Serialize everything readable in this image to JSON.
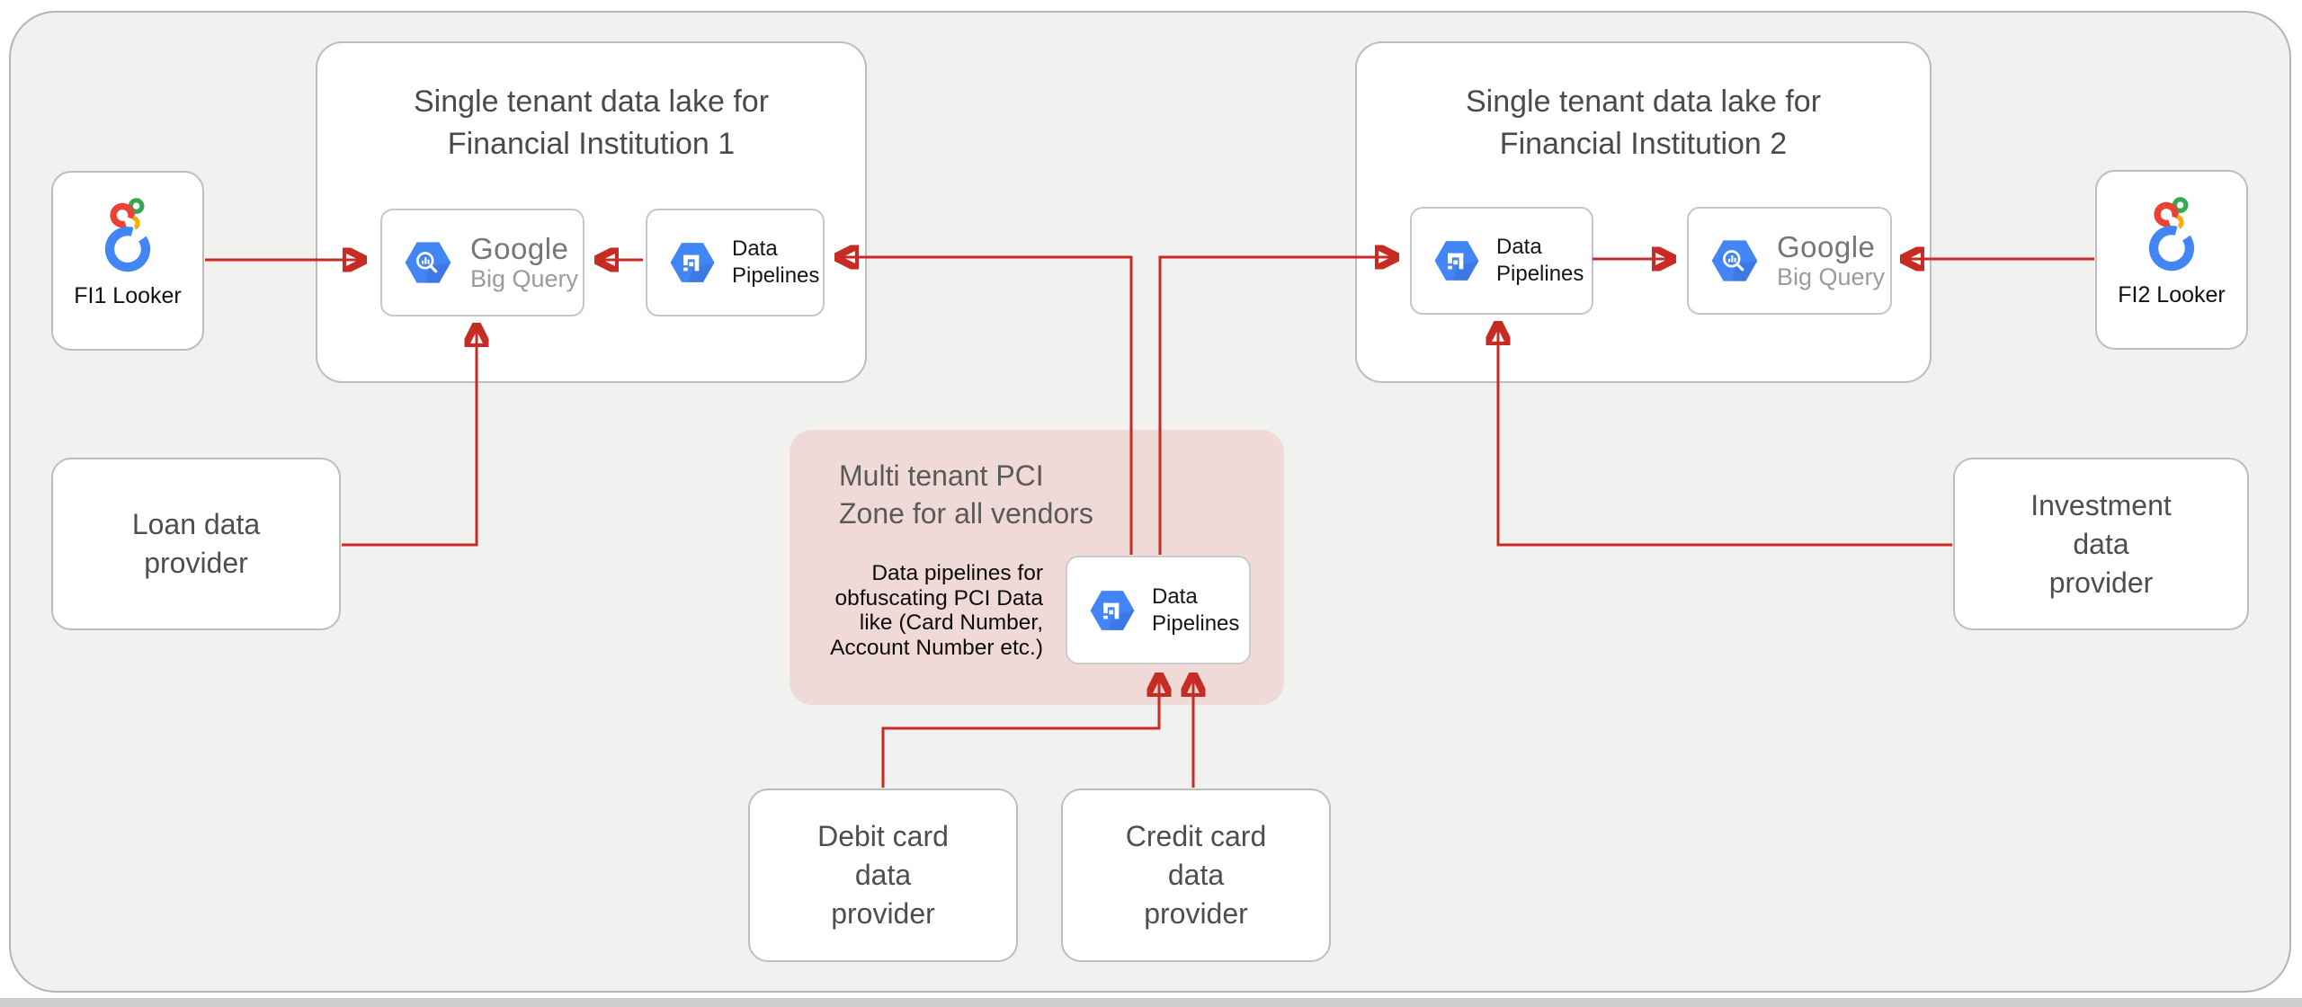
{
  "diagram": {
    "colors": {
      "accent_red": "#c62b24",
      "canvas_bg": "#f1f1f0",
      "pci_zone_bg": "#f0dad7",
      "google_blue": "#4285f4",
      "looker_red": "#ea4335",
      "looker_green": "#34a853",
      "looker_yellow": "#f9ab00"
    },
    "fi1": {
      "title": [
        "Single tenant data lake for",
        "Financial Institution 1"
      ]
    },
    "fi2": {
      "title": [
        "Single tenant data lake for",
        "Financial Institution 2"
      ]
    },
    "bigquery": {
      "brand": "Google",
      "product": "Big Query"
    },
    "pipelines": {
      "label": [
        "Data",
        "Pipelines"
      ]
    },
    "looker1": {
      "label": "FI1 Looker"
    },
    "looker2": {
      "label": "FI2 Looker"
    },
    "loan": {
      "lines": [
        "Loan data",
        "provider"
      ]
    },
    "investment": {
      "lines": [
        "Investment",
        "data",
        "provider"
      ]
    },
    "debit": {
      "lines": [
        "Debit card",
        "data",
        "provider"
      ]
    },
    "credit": {
      "lines": [
        "Credit card",
        "data",
        "provider"
      ]
    },
    "pci": {
      "title": [
        "Multi tenant PCI",
        "Zone for all vendors"
      ],
      "body": [
        "Data pipelines for",
        "obfuscating PCI Data",
        "like (Card Number,",
        "Account Number etc.)"
      ]
    }
  }
}
